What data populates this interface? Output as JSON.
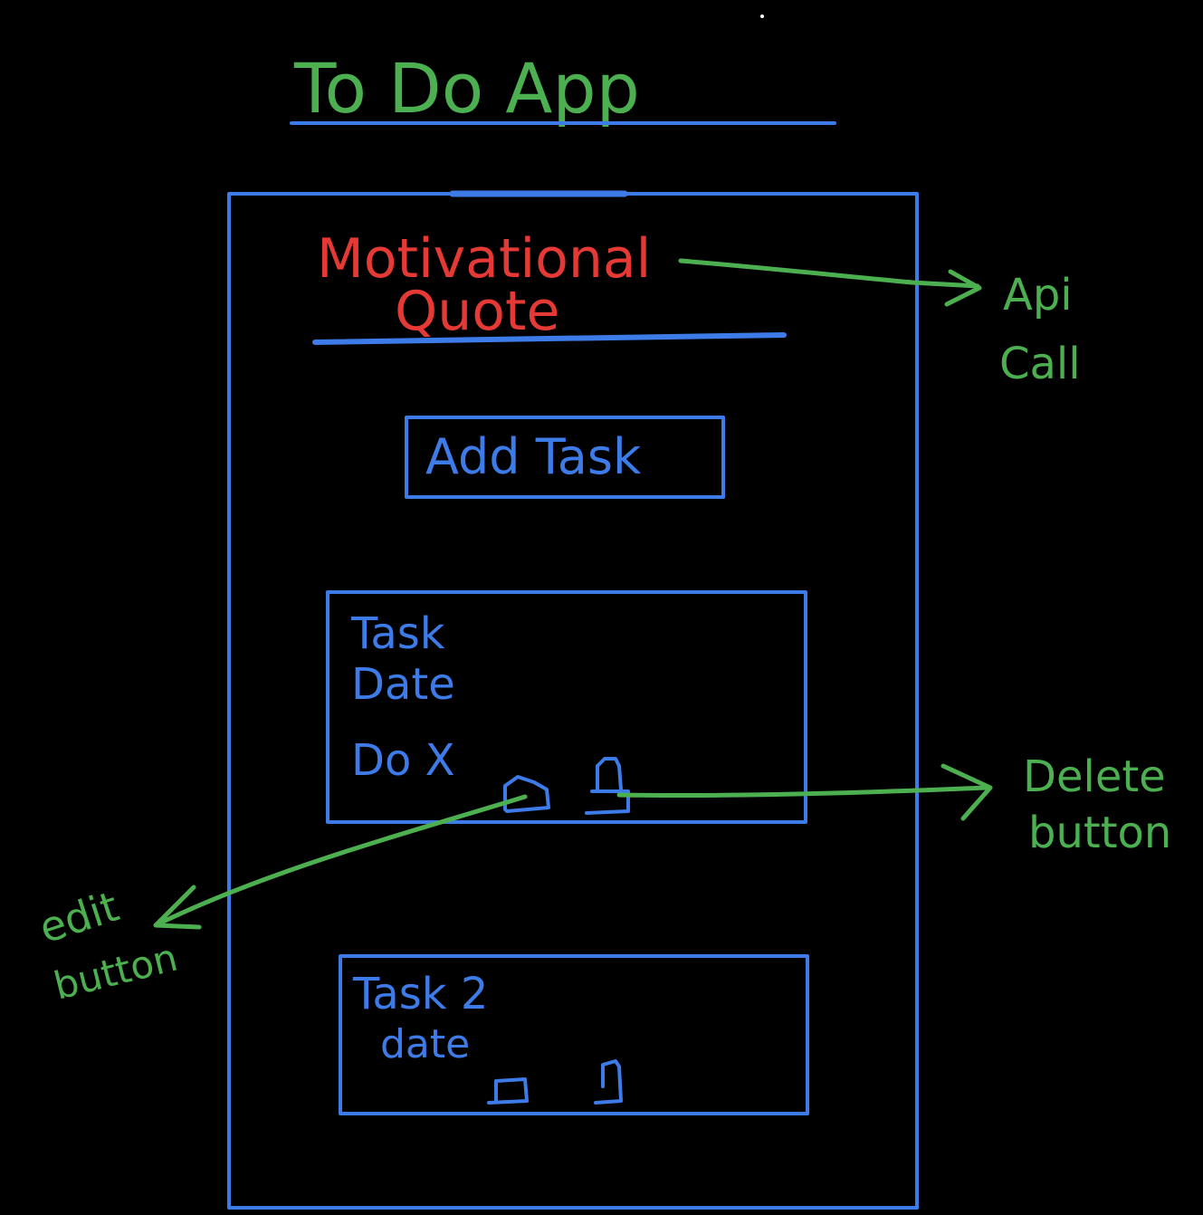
{
  "title": "To Do App",
  "quote": {
    "line1": "Motivational",
    "line2": "Quote"
  },
  "add_task_label": "Add Task",
  "tasks": [
    {
      "title": "Task",
      "date": "Date",
      "text": "Do X"
    },
    {
      "title": "Task 2",
      "date": "date"
    }
  ],
  "annotations": {
    "api_line1": "Api",
    "api_line2": "Call",
    "delete_line1": "Delete",
    "delete_line2": "button",
    "edit_line1": "edit",
    "edit_line2": "button"
  },
  "colors": {
    "background": "#000000",
    "wireframe": "#3d7be8",
    "annotation": "#4caf50",
    "quote": "#e53935"
  },
  "icons": {
    "edit": "edit-icon",
    "delete": "trash-icon"
  }
}
